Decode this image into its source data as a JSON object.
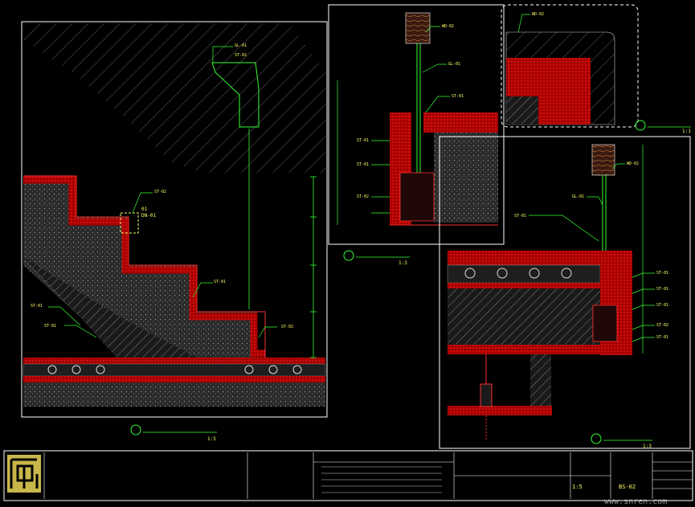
{
  "drawing": {
    "callouts_left": [
      "GL-01",
      "ST-01",
      "ST-01",
      "ST-01",
      "ST-02",
      "ST-02",
      "ST-02"
    ],
    "callouts_top": [
      "WD-02",
      "GL-01",
      "ST-01",
      "ST-01",
      "ST-01",
      "ST-02"
    ],
    "callouts_right": [
      "WD-02",
      "GL-01",
      "ST-01",
      "ST-01",
      "ST-01",
      "ST-01",
      "ST-02",
      "ST-01"
    ],
    "corner_tag": "WD-02",
    "detail_tag": "01",
    "detail_sub": "DN-01",
    "section_labels": [
      {
        "id": "sec-a",
        "scale": "1:5"
      },
      {
        "id": "sec-b",
        "scale": "1:3"
      },
      {
        "id": "sec-c",
        "scale": "1:3"
      },
      {
        "id": "sec-d",
        "scale": "1:1"
      }
    ]
  },
  "title_block": {
    "sheet_no": "BS-02",
    "scale": "1:5",
    "watermark": "www.snren.com"
  },
  "colors": {
    "background": "#000000",
    "frame": "#ffffff",
    "dimension": "#33ff33",
    "text": "#ffff66",
    "hatch_red": "#cc0000",
    "logo": "#c8b84a"
  }
}
